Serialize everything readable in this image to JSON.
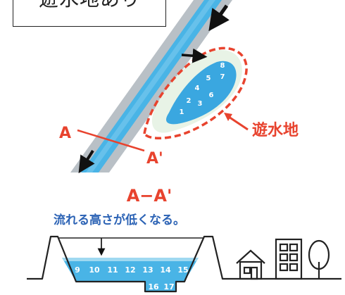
{
  "header_box": {
    "text": "遊水地あり"
  },
  "plan_view": {
    "section_start_label": "A",
    "section_end_label": "A'",
    "basin_label": "遊水地",
    "basin_numbers": [
      "1",
      "2",
      "3",
      "4",
      "5",
      "6",
      "7",
      "8"
    ]
  },
  "section_view": {
    "title": "A−A'",
    "caption": "流れる高さが低くなる。",
    "upper_numbers": [
      "9",
      "10",
      "11",
      "12",
      "13",
      "14",
      "15"
    ],
    "lower_numbers": [
      "16",
      "17"
    ]
  },
  "colors": {
    "water": "#49b4e6",
    "water_light": "#9fd9f1",
    "bank": "#b9c0c6",
    "label_red": "#e8432e",
    "caption_blue": "#2c63b5",
    "outline": "#222222"
  }
}
